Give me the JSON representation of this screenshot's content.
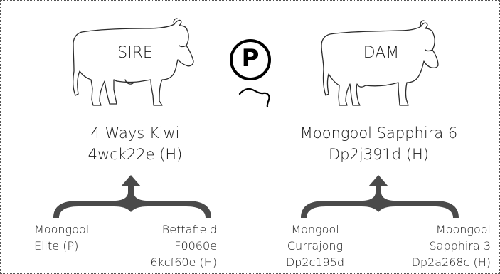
{
  "colors": {
    "outline": "#2b2b2b",
    "arrow": "#4a4a4a",
    "text": "#1a1a1a"
  },
  "icons": {
    "sire": "bull-outline-icon",
    "dam": "cow-outline-icon",
    "poll": "polled-p-symbol-icon"
  },
  "sire": {
    "label": "SIRE",
    "name": "4 Ways Kiwi",
    "id": "4wck22e (H)",
    "parents": {
      "left": {
        "line1": "Moongool",
        "line2": "Elite (P)"
      },
      "right": {
        "line1": "Bettafield",
        "line2": "F0060e",
        "line3": "6kcf60e (H)"
      }
    }
  },
  "dam": {
    "label": "DAM",
    "name": "Moongool Sapphira 6",
    "id": "Dp2j391d (H)",
    "parents": {
      "left": {
        "line1": "Mongool",
        "line2": "Currajong",
        "line3": "Dp2c195d"
      },
      "right": {
        "line1": "Moongool",
        "line2": "Sapphira 3",
        "line3": "Dp2a268c (H)"
      }
    }
  },
  "poll_symbol": {
    "letter": "P"
  }
}
